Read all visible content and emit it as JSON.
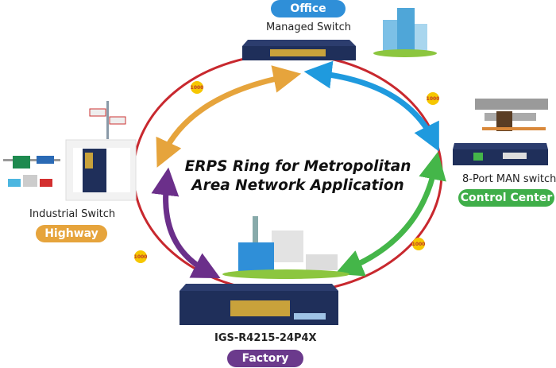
{
  "title_line1": "ERPS Ring for Metropolitan",
  "title_line2": "Area Network Application",
  "nodes": {
    "office": {
      "pill": "Office",
      "device": "Managed Switch",
      "color": "#2f8fd8"
    },
    "control": {
      "pill": "Control Center",
      "device": "8-Port MAN switch",
      "color": "#3fae49"
    },
    "highway": {
      "pill": "Highway",
      "device": "Industrial Switch",
      "color": "#e6a43c"
    },
    "factory": {
      "pill": "Factory",
      "device": "IGS-R4215-24P4X",
      "color": "#6b3a8c"
    }
  },
  "link_badge": "1000",
  "colors": {
    "ring": "#c8282e",
    "orange": "#e6a43c",
    "blue": "#1f9ade",
    "green": "#44b649",
    "purple": "#6b2f8a",
    "switch": "#1f2f5a"
  }
}
